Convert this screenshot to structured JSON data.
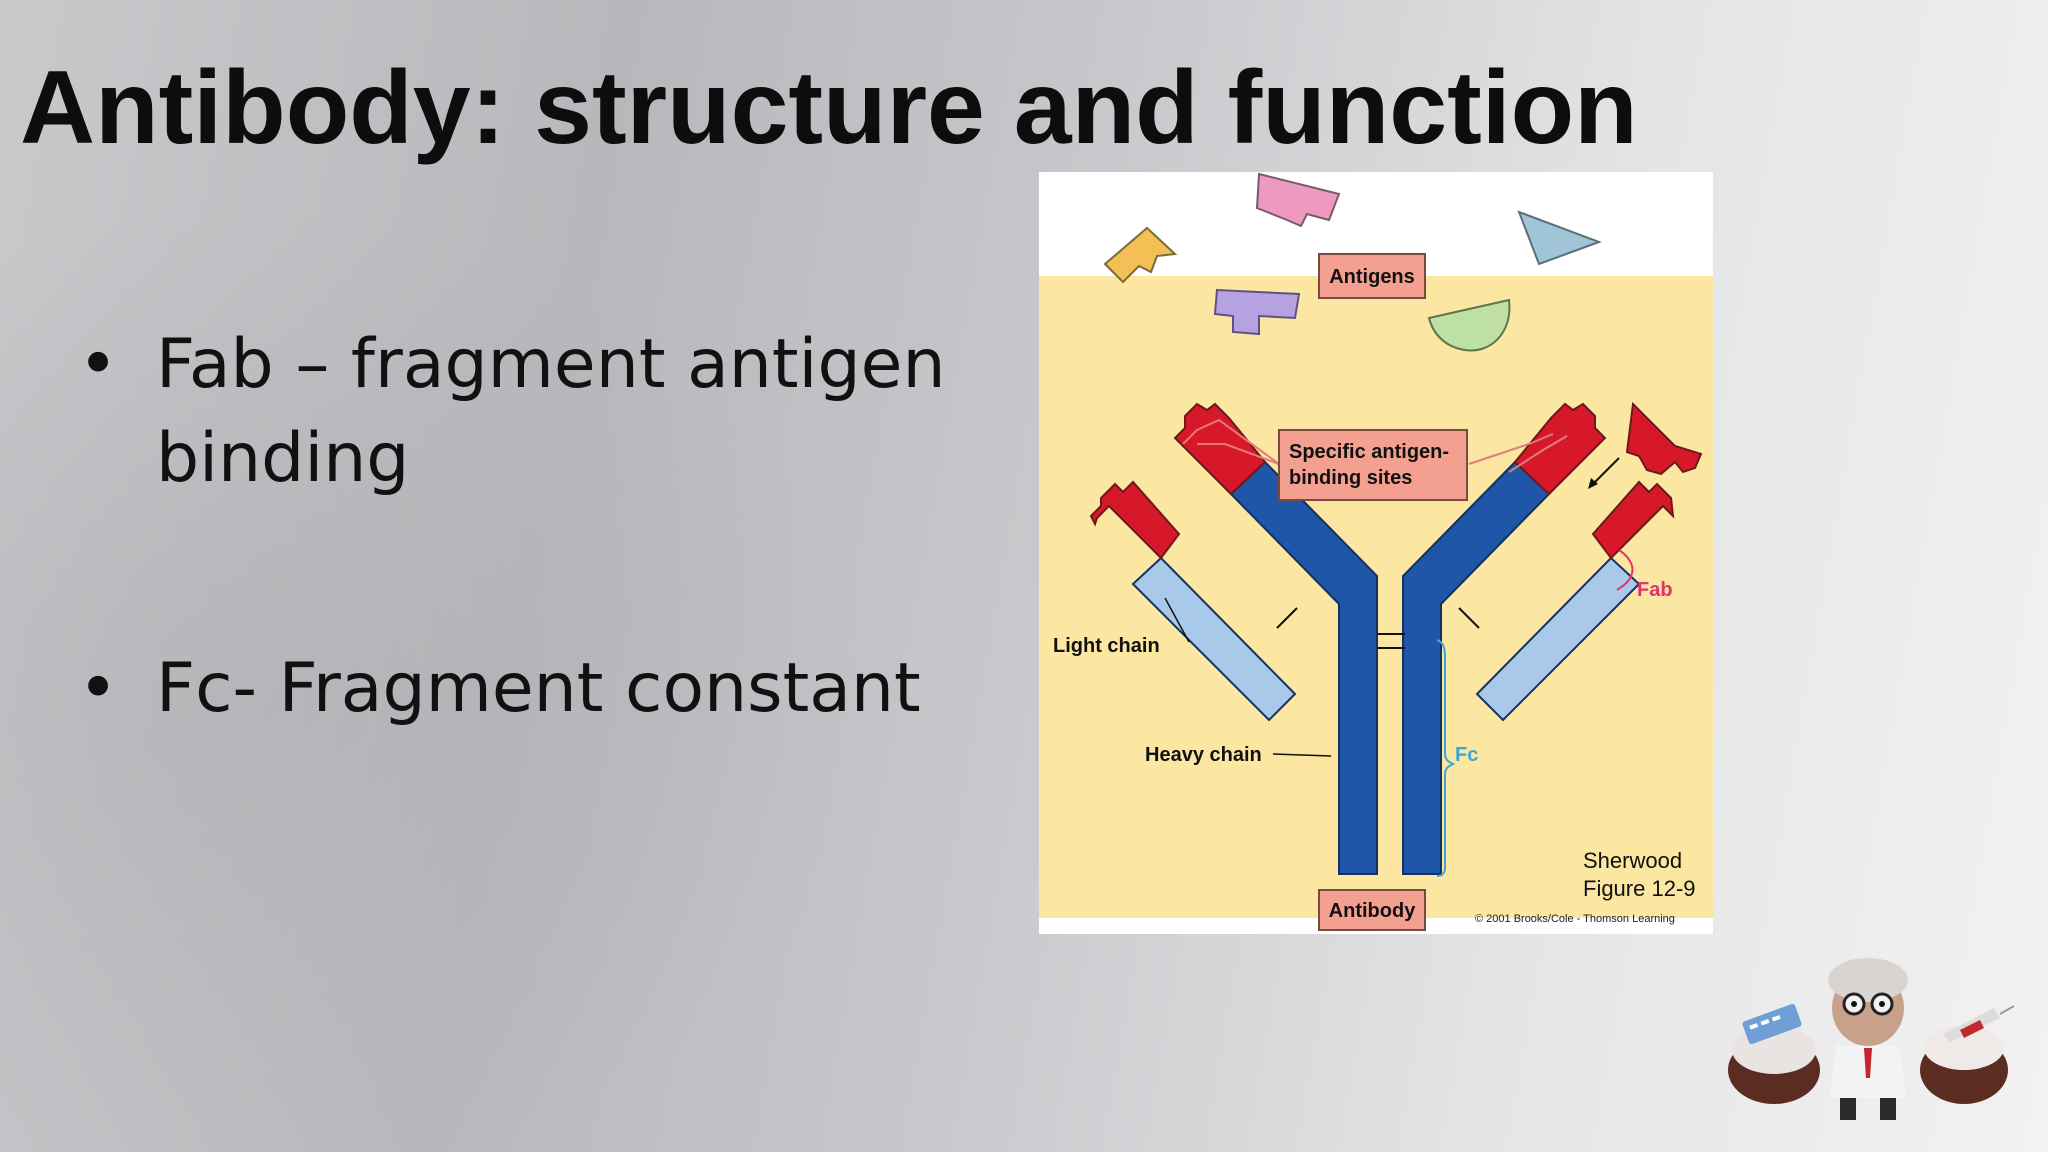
{
  "slide": {
    "title": "Antibody: structure and function",
    "bullets": [
      {
        "marker": "•",
        "text": "Fab – fragment antigen binding"
      },
      {
        "marker": "•",
        "text": "Fc- Fragment constant"
      }
    ]
  },
  "figure": {
    "labels": {
      "antigens": "Antigens",
      "binding_sites_line1": "Specific antigen-",
      "binding_sites_line2": "binding sites",
      "fab": "Fab",
      "light_chain": "Light chain",
      "heavy_chain": "Heavy chain",
      "fc": "Fc",
      "antibody": "Antibody",
      "source_line1": "Sherwood",
      "source_line2": "Figure 12-9",
      "copyright": "© 2001 Brooks/Cole - Thomson Learning"
    },
    "colors": {
      "background": "#fbe6a2",
      "heavy_chain": "#1f56a8",
      "light_chain": "#a9c9ea",
      "binding_site": "#d7182a",
      "label_box": "#f4a091",
      "fc_label": "#3aa7d6",
      "fab_label": "#e2336a"
    }
  }
}
